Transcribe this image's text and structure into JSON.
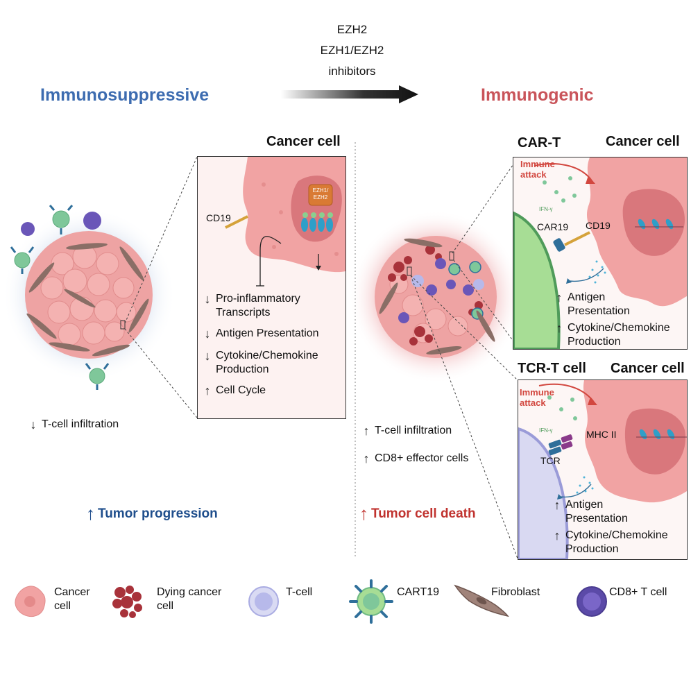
{
  "treatment": {
    "lines": [
      "EZH2",
      "EZH1/EZH2",
      "inhibitors"
    ]
  },
  "left": {
    "heading": "Immunosuppressive",
    "panel_title": "Cancer cell",
    "enzyme_label": "EZH1/ EZH2",
    "marker_label": "CD19",
    "effects": [
      {
        "dir": "down",
        "text": "Pro-inflammatory\nTranscripts"
      },
      {
        "dir": "down",
        "text": "Antigen Presentation"
      },
      {
        "dir": "down",
        "text": "Cytokine/Chemokine\nProduction"
      },
      {
        "dir": "up",
        "text": "Cell Cycle"
      }
    ],
    "tumor_effect": {
      "dir": "down",
      "text": "T-cell infiltration"
    },
    "outcome": {
      "dir": "up",
      "text": "Tumor progression",
      "color": "#1f4e8c"
    }
  },
  "right": {
    "heading": "Immunogenic",
    "tumor_effects": [
      {
        "dir": "up",
        "text": "T-cell infiltration"
      },
      {
        "dir": "up",
        "text": "CD8+ effector cells"
      }
    ],
    "outcome": {
      "dir": "up",
      "text": "Tumor cell death",
      "color": "#c0332f"
    },
    "car_panel": {
      "title": "CAR-T",
      "cancer_title": "Cancer cell",
      "attack": "Immune\nattack",
      "cytokine": "IFN-γ",
      "receptor": "CAR19",
      "antigen": "CD19",
      "effects": [
        {
          "dir": "up",
          "text": "Antigen\nPresentation"
        },
        {
          "dir": "up",
          "text": "Cytokine/Chemokine\nProduction"
        }
      ]
    },
    "tcr_panel": {
      "title": "TCR-T cell",
      "cancer_title": "Cancer cell",
      "attack": "Immune\nattack",
      "cytokine": "IFN-γ",
      "receptor": "TCR",
      "antigen": "MHC II",
      "effects": [
        {
          "dir": "up",
          "text": "Antigen\nPresentation"
        },
        {
          "dir": "up",
          "text": "Cytokine/Chemokine\nProduction"
        }
      ]
    }
  },
  "legend": [
    {
      "icon": "cancer-cell-icon",
      "label": "Cancer\ncell"
    },
    {
      "icon": "dying-cancer-cell-icon",
      "label": "Dying cancer\ncell"
    },
    {
      "icon": "t-cell-icon",
      "label": "T-cell"
    },
    {
      "icon": "cart19-icon",
      "label": "CART19"
    },
    {
      "icon": "fibroblast-icon",
      "label": "Fibroblast"
    },
    {
      "icon": "cd8-t-cell-icon",
      "label": "CD8+ T cell"
    }
  ],
  "colors": {
    "cancer": "#f1a3a3",
    "cancer_dark": "#e48a8a",
    "nucleus": "#d9777c",
    "dying": "#a8323a",
    "t_cell": "#b7b9ea",
    "cd8": "#6a56b8",
    "cart": "#7fc79a",
    "fibroblast": "#8a6e66",
    "receptor": "#2f6f9a",
    "attack": "#d2473f"
  }
}
